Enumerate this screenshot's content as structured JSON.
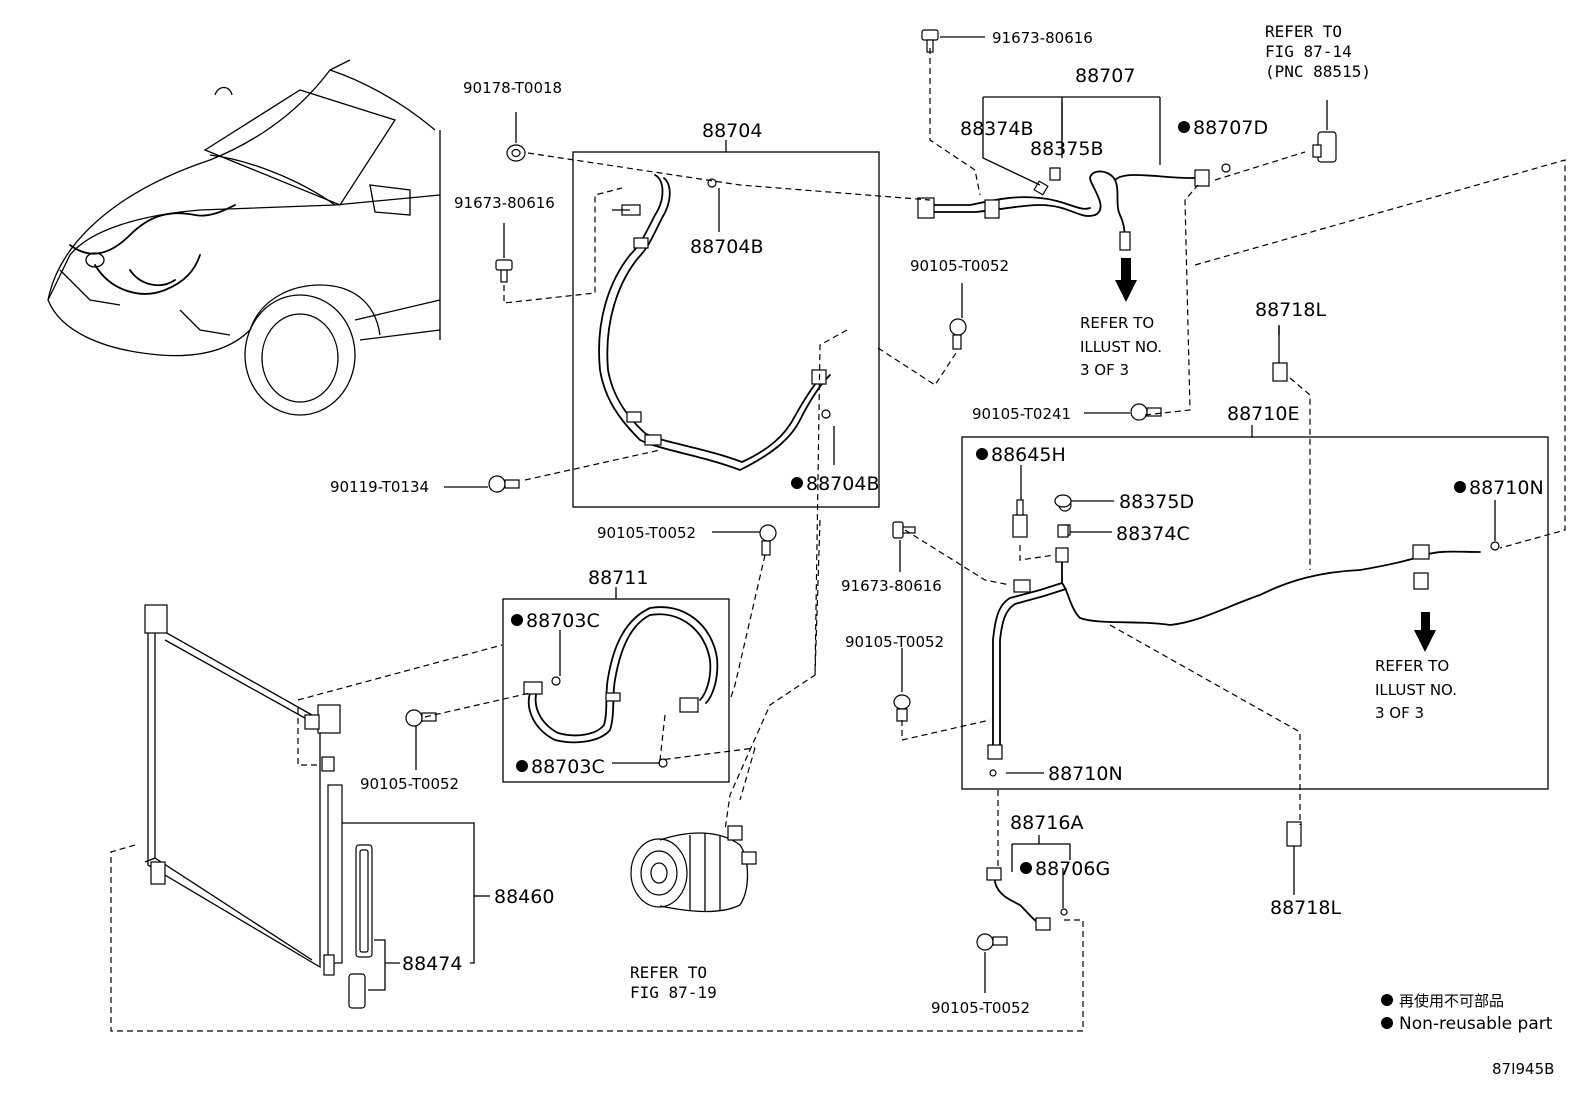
{
  "labels": {
    "p91673_80616_top": "91673-80616",
    "p90178_T0018": "90178-T0018",
    "p88704": "88704",
    "p91673_80616_left": "91673-80616",
    "p88704B_top": "88704B",
    "p88704B_bottom": "88704B",
    "p90119_T0134": "90119-T0134",
    "p90105_T0052_mid": "90105-T0052",
    "p88707": "88707",
    "p88374B": "88374B",
    "p88375B": "88375B",
    "p88707D": "88707D",
    "p90105_T0052_upper": "90105-T0052",
    "p90105_T0241": "90105-T0241",
    "p88718L_top": "88718L",
    "p88710E": "88710E",
    "p88645H": "88645H",
    "p88375D": "88375D",
    "p88374C": "88374C",
    "p88710N_right": "88710N",
    "p91673_80616_right": "91673-80616",
    "p90105_T0052_right": "90105-T0052",
    "p88710N_left": "88710N",
    "p88711": "88711",
    "p88703C_top": "88703C",
    "p88703C_bottom": "88703C",
    "p90105_T0052_box": "90105-T0052",
    "p88460": "88460",
    "p88474": "88474",
    "p88716A": "88716A",
    "p88706G": "88706G",
    "p90105_T0052_bottom": "90105-T0052",
    "p88718L_bottom": "88718L"
  },
  "refs": {
    "fig_87_14": [
      "REFER TO",
      "FIG 87-14",
      "(PNC 88515)"
    ],
    "illust_top": [
      "REFER TO",
      "ILLUST NO.",
      "3 OF 3"
    ],
    "illust_right": [
      "REFER TO",
      "ILLUST NO.",
      "3 OF 3"
    ],
    "fig_87_19": [
      "REFER TO",
      "FIG 87-19"
    ]
  },
  "legend": {
    "line1": "再使用不可部品",
    "line2": "Non-reusable part"
  },
  "figure_code": "87I945B"
}
